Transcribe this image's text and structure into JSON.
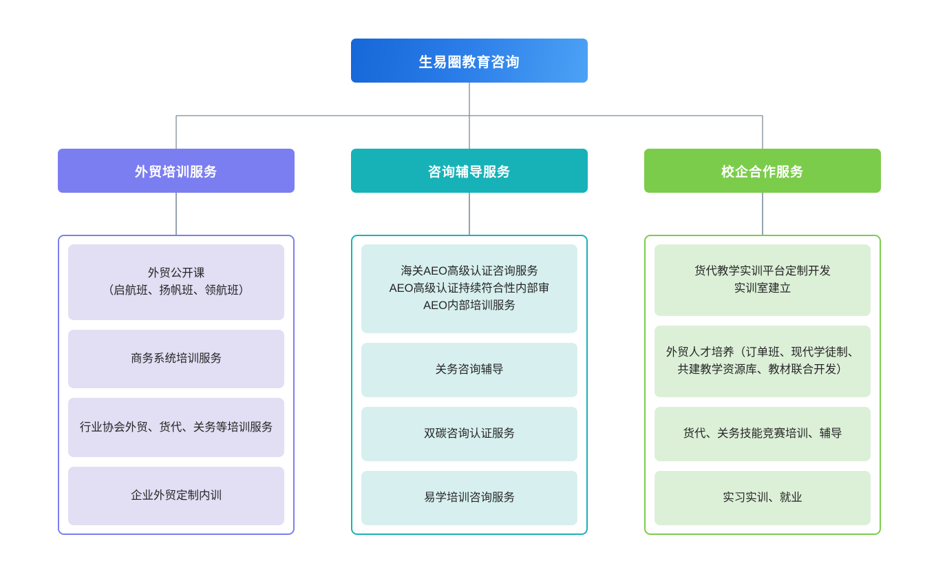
{
  "diagram": {
    "type": "organization-tree",
    "orientation": "top-down",
    "levels": 3,
    "connector_color": "#7a8a99"
  },
  "root": {
    "label": "生易圈教育咨询",
    "color_start": "#1667d8",
    "color_end": "#4ba2f5",
    "text_color": "#ffffff"
  },
  "columns": [
    {
      "header": "外贸培训服务",
      "accent": "#7b7ef0",
      "card_bg": "#e2def4",
      "items": [
        "外贸公开课\n（启航班、扬帆班、领航班）",
        "商务系统培训服务",
        "行业协会外贸、货代、关务等培训服务",
        "企业外贸定制内训"
      ]
    },
    {
      "header": "咨询辅导服务",
      "accent": "#17b2b8",
      "card_bg": "#d7f0ef",
      "items": [
        "海关AEO高级认证咨询服务\nAEO高级认证持续符合性内部审\nAEO内部培训服务",
        "关务咨询辅导",
        "双碳咨询认证服务",
        "易学培训咨询服务"
      ]
    },
    {
      "header": "校企合作服务",
      "accent": "#7bcc4b",
      "card_bg": "#dcf0d8",
      "items": [
        "货代教学实训平台定制开发\n实训室建立",
        "外贸人才培养（订单班、现代学徒制、共建教学资源库、教材联合开发）",
        "货代、关务技能竞赛培训、辅导",
        "实习实训、就业"
      ]
    }
  ]
}
